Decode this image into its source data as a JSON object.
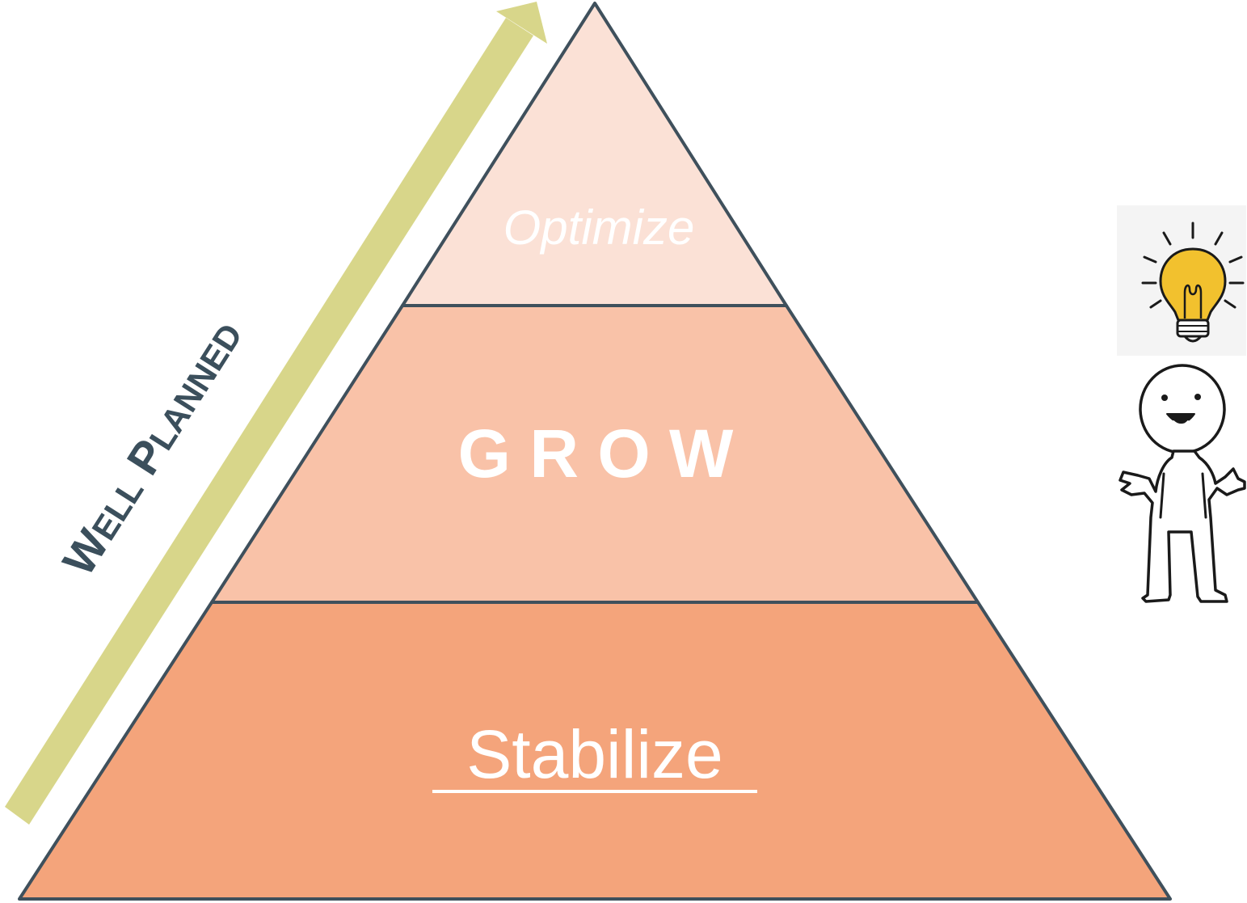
{
  "pyramid": {
    "stroke_color": "#3f505c",
    "tiers": [
      {
        "label": "Optimize",
        "fill": "#fbe1d6",
        "text_style": "italic"
      },
      {
        "label": "G R O W",
        "fill": "#f9c2a8",
        "text_style": "bold"
      },
      {
        "label": "Stabilize",
        "fill": "#f4a47b",
        "text_style": "underline"
      }
    ]
  },
  "arrow": {
    "label_first": "W",
    "label_first_rest": "ELL",
    "label_second": "P",
    "label_second_rest": "LANNED",
    "color": "#d8d68a",
    "text_color": "#3b4f5c"
  },
  "illustration": {
    "icons": [
      "lightbulb-icon",
      "stick-figure-icon"
    ]
  }
}
